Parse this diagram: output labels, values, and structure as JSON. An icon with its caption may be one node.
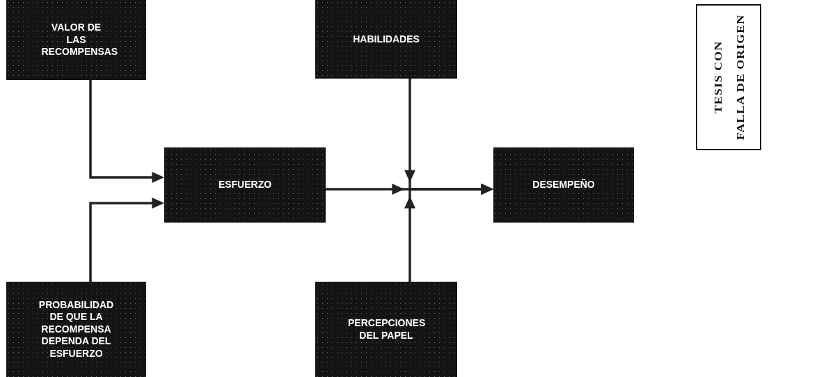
{
  "diagram": {
    "nodes": [
      {
        "text": [
          "VALOR DE LAS RECOMPENSAS"
        ]
      },
      {
        "text": [
          "HABILIDADES"
        ]
      },
      {
        "text": [
          "ESFUERZO"
        ]
      },
      {
        "text": [
          "DESEMPEÑO"
        ]
      },
      {
        "text": [
          "PROBABILIDAD DE QUE LA RECOMPENSA DEPENDA DEL ESFUERZO"
        ]
      },
      {
        "text": [
          "PERCEPCIONES DEL PAPEL"
        ]
      }
    ],
    "edges": [
      {
        "from": 0,
        "to": 2,
        "arrow": "to"
      },
      {
        "from": 4,
        "to": 2,
        "arrow": "to"
      },
      {
        "from": 2,
        "to": 3,
        "arrow": "to"
      },
      {
        "from": 1,
        "to": 3,
        "arrow": "to"
      },
      {
        "from": 5,
        "to": 3,
        "arrow": "to"
      }
    ],
    "labels": [
      "TESIS CON",
      "FALLA DE ORIGEN"
    ]
  }
}
